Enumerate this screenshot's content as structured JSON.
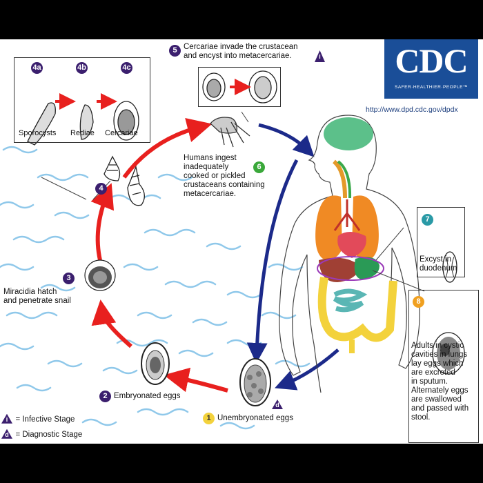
{
  "logo": {
    "text": "CDC",
    "tagline": "SAFER·HEALTHIER·PEOPLE™",
    "url": "http://www.dpd.cdc.gov/dpdx"
  },
  "stages": {
    "s4a": {
      "num": "4a",
      "label": "Sporocysts"
    },
    "s4b": {
      "num": "4b",
      "label": "Rediae"
    },
    "s4c": {
      "num": "4c",
      "label": "Cercariae"
    },
    "s4": {
      "num": "4"
    },
    "s5": {
      "num": "5",
      "line1": "Cercariae invade the crustacean",
      "line2": "and encyst into metacercariae."
    },
    "s6": {
      "num": "6",
      "lines": [
        "Humans ingest",
        "inadequately",
        "cooked or pickled",
        "crustaceans containing",
        "metacercariae."
      ]
    },
    "s7": {
      "num": "7",
      "lines": [
        "Excyst in",
        "duodenum"
      ]
    },
    "s8": {
      "num": "8",
      "lines": [
        "Adults in cystic",
        "cavities in lungs",
        "lay eggs which",
        "are excreted",
        "in sputum.",
        "Alternately eggs",
        "are swallowed",
        "and passed with",
        "stool."
      ]
    },
    "s3": {
      "num": "3",
      "lines": [
        "Miracidia hatch",
        "and penetrate snail"
      ]
    },
    "s2": {
      "num": "2",
      "label": "Embryonated eggs"
    },
    "s1": {
      "num": "1",
      "label": "Unembryonated eggs"
    }
  },
  "legend": {
    "infective": {
      "symbol": "i",
      "label": "= Infective Stage"
    },
    "diagnostic": {
      "symbol": "d",
      "label": "= Diagnostic Stage"
    }
  },
  "colors": {
    "red_arrow": "#e8201e",
    "blue_arrow": "#1c2a8a",
    "water": "#8fc8ea",
    "stage_purple": "#3b1f6e",
    "cdc_blue": "#1a4e98"
  }
}
